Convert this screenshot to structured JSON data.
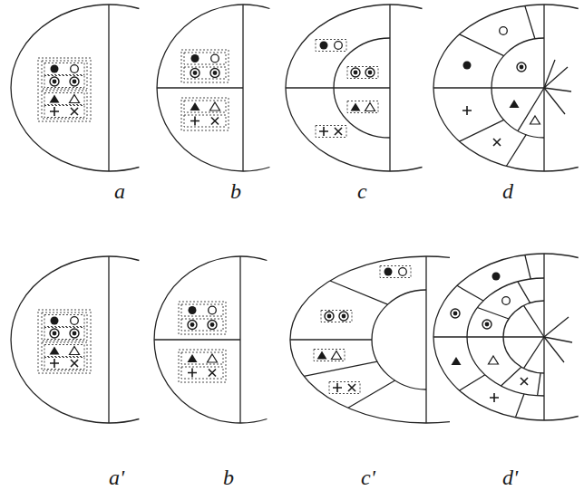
{
  "diagram": {
    "labels": [
      "a",
      "b",
      "c",
      "d",
      "a'",
      "b",
      "c'",
      "d'"
    ]
  }
}
